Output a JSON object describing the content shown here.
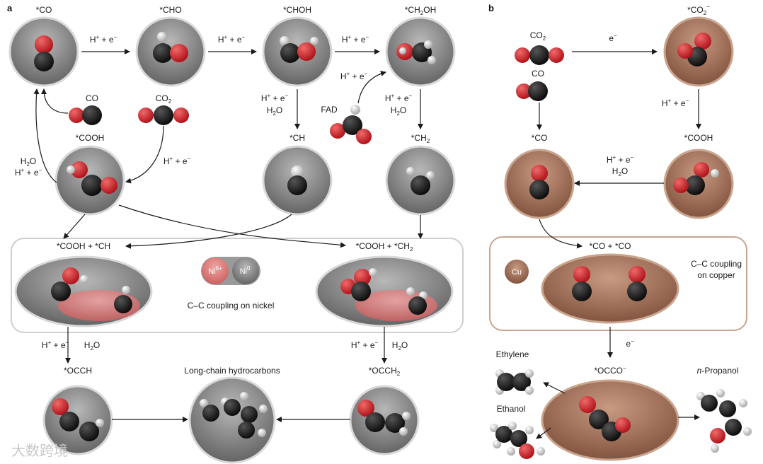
{
  "panels": {
    "a": "a",
    "b": "b"
  },
  "nickel": {
    "species": {
      "co_top": "*CO",
      "cho": "*CHO",
      "choh": "*CHOH",
      "ch2oh_main": "*CH",
      "ch2oh_sub": "2",
      "ch2oh_tail": "OH",
      "ch": "*CH",
      "ch2_main": "*CH",
      "ch2_sub": "2",
      "cooh": "*COOH",
      "occh": "*OCCH",
      "occh2_main": "*OCCH",
      "occh2_sub": "2",
      "cooh_ch": "*COOH + *CH",
      "cooh_ch2_main": "*COOH + *CH",
      "cooh_ch2_sub": "2",
      "long_chain": "Long-chain hydrocarbons"
    },
    "gas": {
      "co": "CO",
      "co2_main": "CO",
      "co2_sub": "2",
      "fad": "FAD"
    },
    "steps": {
      "h": "H",
      "plus": "+",
      "e": " + e",
      "minus": "−",
      "h2o_main": "H",
      "h2o_sub": "2",
      "h2o_tail": "O"
    },
    "box": {
      "title": "C–C coupling on nickel",
      "ni_delta": "Ni",
      "ni_delta_sup": "δ+",
      "ni_zero": "Ni",
      "ni_zero_sup": "0"
    }
  },
  "copper": {
    "species": {
      "co2m_main": "*CO",
      "co2m_sub": "2",
      "co2m_sup": "−",
      "co": "*CO",
      "cooh": "*COOH",
      "coco": "*CO + *CO",
      "occo_main": "*OCCO",
      "occo_sup": "−"
    },
    "gas": {
      "co2_main": "CO",
      "co2_sub": "2",
      "co": "CO"
    },
    "box": {
      "title_line1": "C–C coupling",
      "title_line2": "on copper",
      "cu": "Cu"
    },
    "products": {
      "ethylene": "Ethylene",
      "ethanol": "Ethanol",
      "propanol_prefix": "n",
      "propanol_rest": "-Propanol"
    }
  },
  "watermark": "大数跨境",
  "colors": {
    "oxygen": "#d7282f",
    "carbon": "#1a1a1a",
    "hydrogen": "#dcdcdc",
    "nickel": "#8a8a8a",
    "nickel_delta": "#e07b7b",
    "copper": "#a8735a",
    "copper_border": "#c9a48e",
    "box_border": "#c8c8c8"
  }
}
